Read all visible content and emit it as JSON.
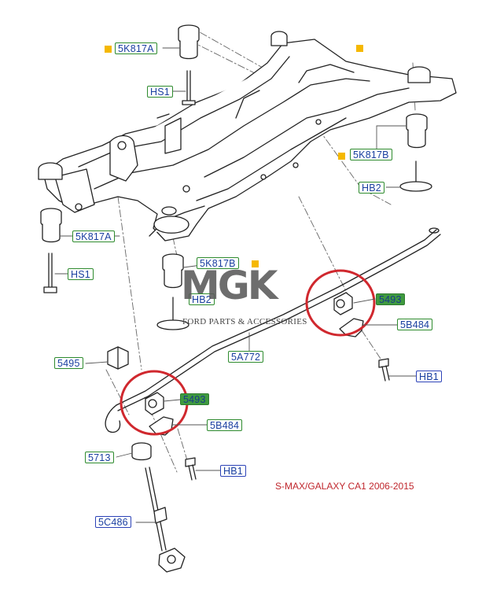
{
  "labels": {
    "bushing_top": "5K817A",
    "bolt_top": "HS1",
    "bushing_right": "5K817B",
    "bolt_right": "HB2",
    "bushing_left": "5K817A",
    "bolt_left": "HS1",
    "bushing_center": "5K817B",
    "bolt_center": "HB2",
    "stab_bushing_right": "5493",
    "bracket_right": "5B484",
    "stab_bar": "5A772",
    "link_nut": "5495",
    "bolt_right_low": "HB1",
    "stab_bushing_left": "5493",
    "bracket_left": "5B484",
    "link_bushing": "5713",
    "bolt_left_low": "HB1",
    "link_rod": "5C486"
  },
  "watermark": {
    "logo": "MGK",
    "subtitle": "FORD PARTS & ACCESSORIES"
  },
  "caption": "S-MAX/GALAXY CA1 2006-2015",
  "colors": {
    "label_green": "#2e8b2e",
    "label_blue": "#2d43b8",
    "marker": "#f5b800",
    "highlight_circle": "#d0282e",
    "caption": "#c0272d"
  }
}
